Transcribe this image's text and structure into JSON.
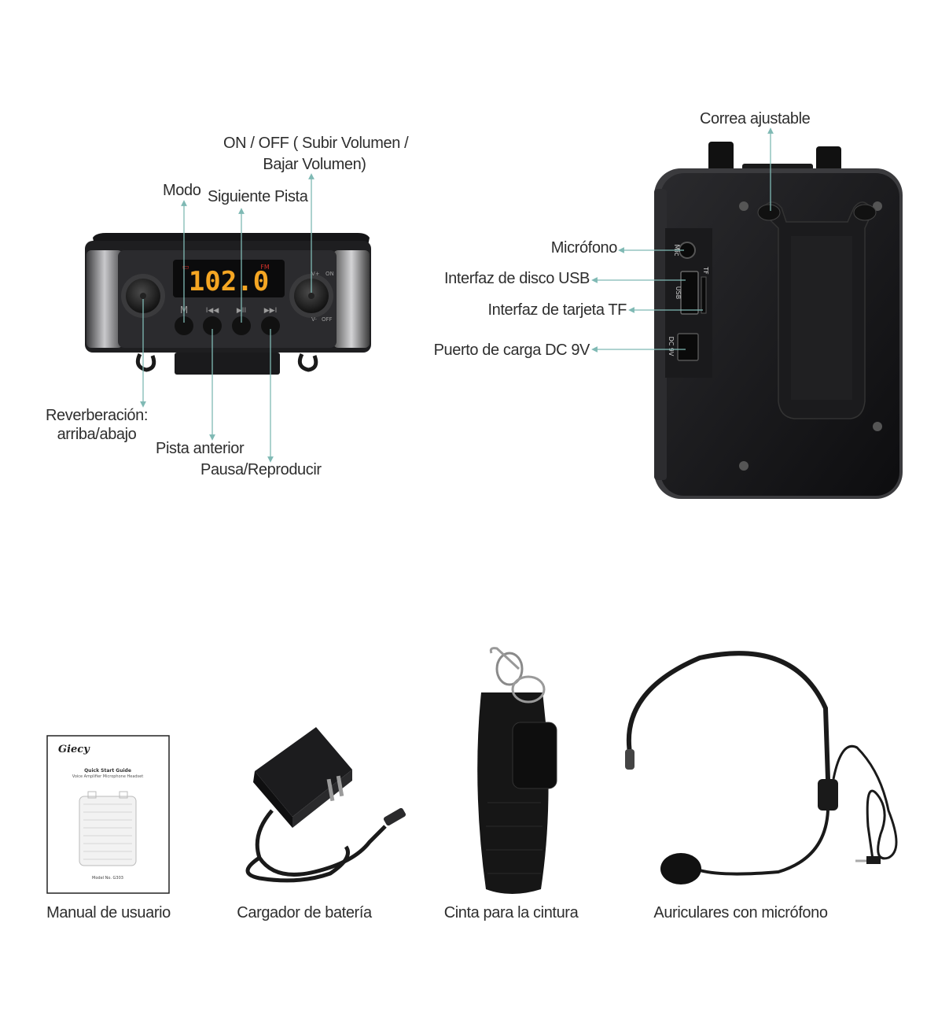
{
  "front_view": {
    "display_value": "102.0",
    "display_tag_left": "▭",
    "display_tag_right": "FM",
    "key_mode": "M",
    "key_prev": "I◀◀",
    "key_play": "▶II",
    "key_next": "▶▶I",
    "knob_right_on": "ON",
    "knob_right_off": "OFF",
    "knob_right_plus": "V+",
    "knob_right_minus": "V-",
    "labels": {
      "onoff_line1": "ON / OFF ( Subir Volumen /",
      "onoff_line2": "Bajar Volumen)",
      "mode": "Modo",
      "next_track": "Siguiente Pista",
      "reverb_line1": "Reverberación:",
      "reverb_line2": "arriba/abajo",
      "prev_track": "Pista anterior",
      "play_pause": "Pausa/Reproducir"
    }
  },
  "back_view": {
    "port_mic": "Mic",
    "port_usb": "USB",
    "port_tf": "TF",
    "port_dc": "DC 9V",
    "labels": {
      "strap": "Correa ajustable",
      "mic": "Micrófono",
      "usb": "Interfaz de disco USB",
      "tf": "Interfaz de tarjeta TF",
      "dc": "Puerto de carga DC 9V"
    }
  },
  "manual": {
    "brand": "Giecy",
    "title": "Quick Start Guide",
    "subtitle": "Voice Amplifier Microphone Headset",
    "model": "Model No. G303"
  },
  "accessories": [
    {
      "caption": "Manual de usuario"
    },
    {
      "caption": "Cargador de batería"
    },
    {
      "caption": "Cinta para la cintura"
    },
    {
      "caption": "Auriculares con micrófono"
    }
  ],
  "colors": {
    "callout_line": "#7fb9b4",
    "display_digits": "#f5a623",
    "body_dark": "#1b1b1d"
  }
}
